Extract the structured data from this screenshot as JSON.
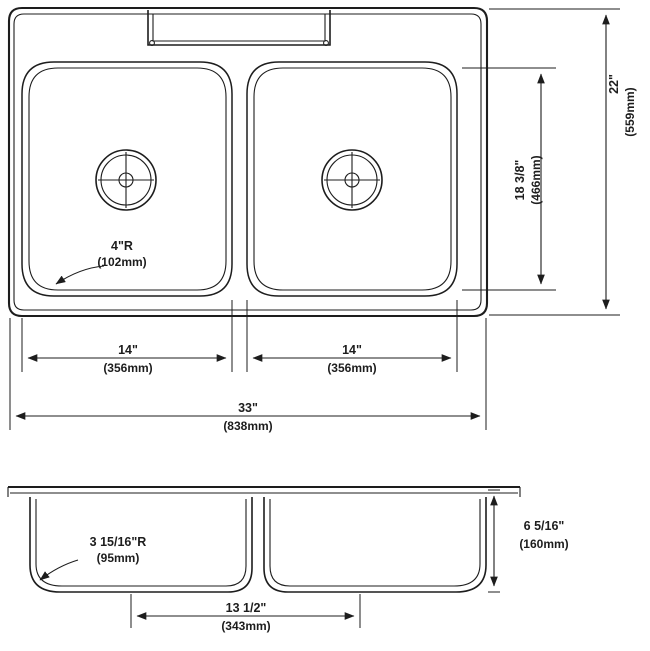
{
  "drawing": {
    "title": "Double Bowl Kitchen Sink Dimensional Drawing",
    "line_color": "#1d1d1d",
    "background": "#ffffff",
    "views": {
      "plan": "top-plan-view",
      "section": "front-section-view"
    }
  },
  "dimensions": {
    "overall_height": {
      "imperial": "22\"",
      "metric": "(559mm)"
    },
    "bowl_depth_interior": {
      "imperial": "18 3/8\"",
      "metric": "(466mm)"
    },
    "left_bowl_width": {
      "imperial": "14\"",
      "metric": "(356mm)"
    },
    "right_bowl_width": {
      "imperial": "14\"",
      "metric": "(356mm)"
    },
    "overall_width": {
      "imperial": "33\"",
      "metric": "(838mm)"
    },
    "corner_radius_plan": {
      "imperial": "4\"R",
      "metric": "(102mm)"
    },
    "corner_radius_section": {
      "imperial": "3 15/16\"R",
      "metric": "(95mm)"
    },
    "bowl_depth_section": {
      "imperial": "6 5/16\"",
      "metric": "(160mm)"
    },
    "bowl_bottom_width": {
      "imperial": "13 1/2\"",
      "metric": "(343mm)"
    }
  },
  "features": {
    "drain_left": "drain-crosshair-icon",
    "drain_right": "drain-crosshair-icon",
    "faucet_ledge": "faucet-deck-ledge"
  }
}
